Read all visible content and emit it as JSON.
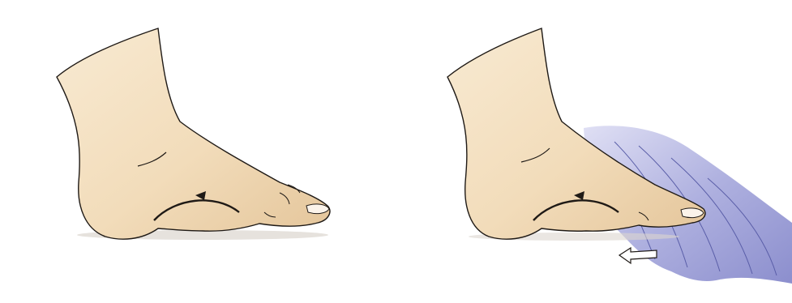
{
  "illustration": {
    "panels": [
      {
        "id": "left",
        "subject": "foot-arch-at-rest",
        "arrow": "arch-curve"
      },
      {
        "id": "right",
        "subject": "foot-gripping-towel",
        "arrow": "pull-backward"
      }
    ],
    "colors": {
      "skin": "#f4e1c2",
      "skin_shadow": "#e3c296",
      "outline": "#1f1a16",
      "nail": "#fbf3ea",
      "towel": "#8c8fd0",
      "towel_light": "#c9c9ec",
      "ground_shadow": "#d9d2cc",
      "arrow_fill": "#ffffff"
    }
  }
}
